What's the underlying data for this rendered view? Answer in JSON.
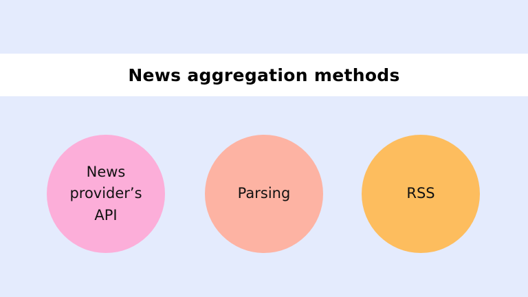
{
  "title": "News aggregation methods",
  "colors": {
    "background": "#e4ebfd",
    "title_band": "#ffffff"
  },
  "methods": [
    {
      "label": "News\nprovider’s\nAPI",
      "color": "#fcaed9"
    },
    {
      "label": "Parsing",
      "color": "#fdb3a3"
    },
    {
      "label": "RSS",
      "color": "#fdbd5e"
    }
  ]
}
